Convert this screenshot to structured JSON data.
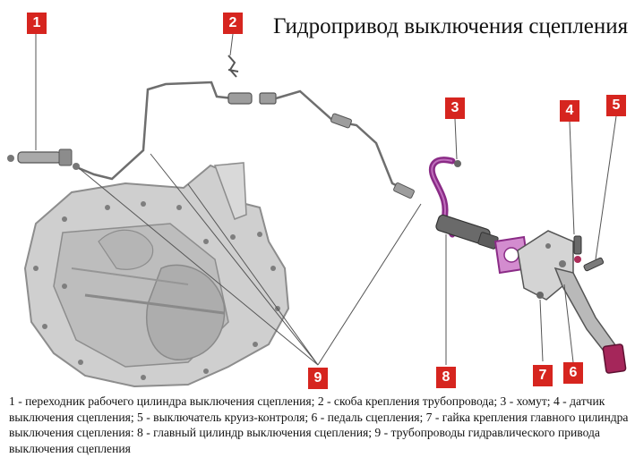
{
  "title": "Гидропривод выключения сцепления",
  "callouts": [
    "1",
    "2",
    "3",
    "4",
    "5",
    "6",
    "7",
    "8",
    "9"
  ],
  "caption": "1 - переходник рабочего цилиндра выключения сцепления; 2 - скоба крепления трубопровода; 3 - хомут; 4 - датчик выключения сцепления; 5 - выключатель круиз-контроля; 6 - педаль сцепления; 7 - гайка крепления главного цилиндра выключения сцепления: 8 - главный цилиндр выключения сцепления; 9 - трубопроводы гидравлического привода выключения сцепления",
  "colors": {
    "callout_bg": "#d6251f",
    "hose": "#8a2b86",
    "pipe": "#6e6e6e",
    "gearbox": "#c9c9c9"
  }
}
